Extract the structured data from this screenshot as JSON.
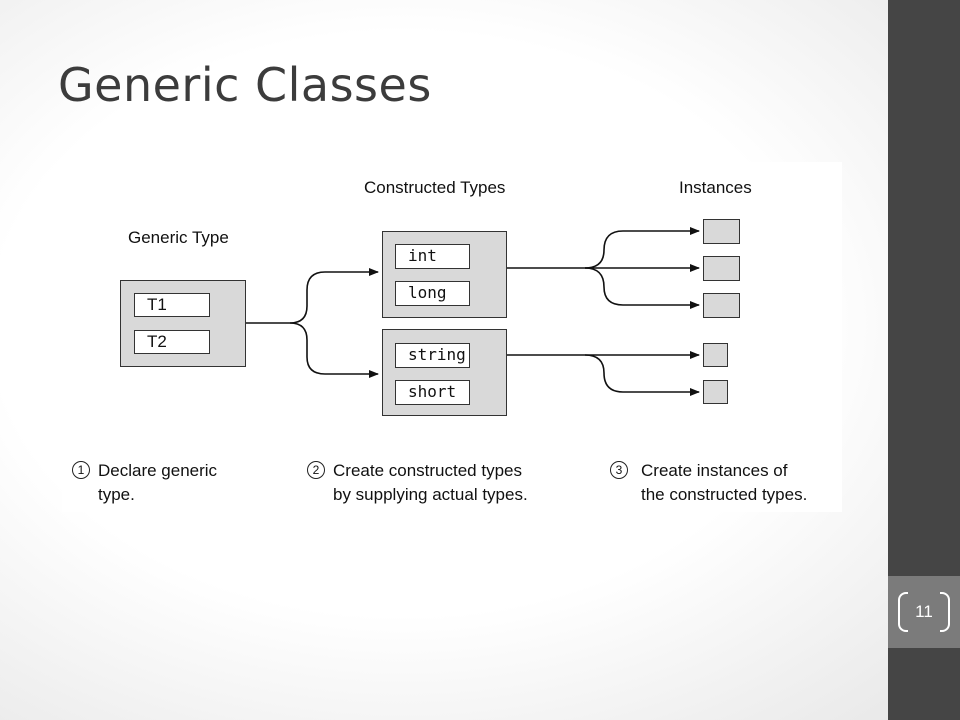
{
  "slide": {
    "title": "Generic Classes",
    "page_number": "11"
  },
  "diagram": {
    "headers": {
      "generic_type": "Generic Type",
      "constructed_types": "Constructed Types",
      "instances": "Instances"
    },
    "generic_type": {
      "params": [
        "T1",
        "T2"
      ]
    },
    "constructed_types": [
      {
        "args": [
          "int",
          "long"
        ],
        "instance_count": 3
      },
      {
        "args": [
          "string",
          "short"
        ],
        "instance_count": 2
      }
    ],
    "steps": [
      {
        "number": "1",
        "line1": "Declare generic",
        "line2": "type."
      },
      {
        "number": "2",
        "line1": "Create constructed types",
        "line2": "by supplying actual types."
      },
      {
        "number": "3",
        "line1": "Create instances of",
        "line2": "the constructed types."
      }
    ],
    "colors": {
      "box_fill": "#d9d9d9",
      "stroke": "#333333",
      "sidebar": "#454545",
      "page_box": "#7b7b7b"
    }
  }
}
